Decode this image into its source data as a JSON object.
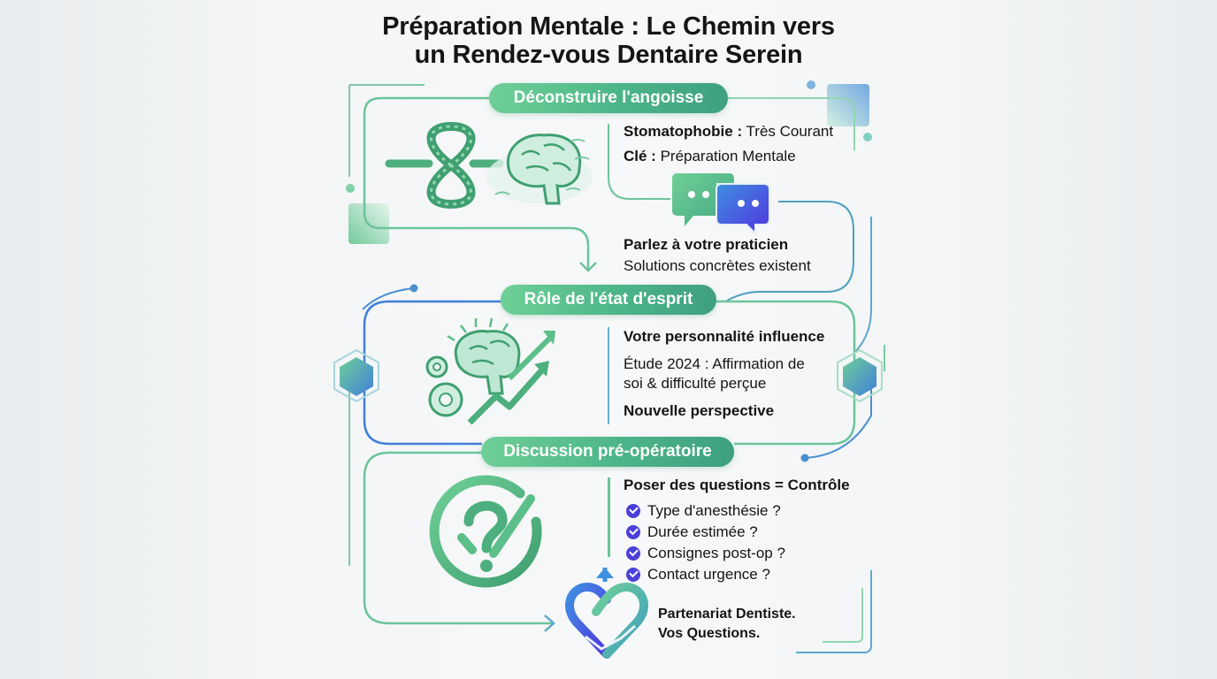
{
  "title": {
    "line1": "Préparation Mentale : Le Chemin vers",
    "line2": "un Rendez-vous Dentaire Serein"
  },
  "colors": {
    "green_start": "#6fcf97",
    "green_end": "#3f9f80",
    "blue": "#3f7fd9",
    "violet": "#4b3fd9",
    "connector_green": "#6cc49a",
    "connector_blue": "#4a8fd0"
  },
  "sections": [
    {
      "pill": "Déconstruire l'angoisse",
      "icon": "knot-brain-icon",
      "lines": [
        {
          "bold": "Stomatophobie :",
          "normal": " Très Courant"
        },
        {
          "bold": "Clé :",
          "normal": " Préparation Mentale"
        }
      ],
      "callout": {
        "icon": "chat-bubbles-icon",
        "heading": "Parlez à votre praticien",
        "text": "Solutions concrètes existent"
      }
    },
    {
      "pill": "Rôle de l'état d'esprit",
      "icon": "brain-gears-growth-icon",
      "heading": "Votre personnalité influence",
      "text_line1": "Étude 2024 : Affirmation de",
      "text_line2": "soi & difficulté perçue",
      "footer": "Nouvelle perspective"
    },
    {
      "pill": "Discussion pré-opératoire",
      "icon": "question-check-icon",
      "heading": "Poser des questions = Contrôle",
      "checklist": [
        "Type d'anesthésie ?",
        "Durée estimée ?",
        "Consignes post-op ?",
        "Contact urgence ?"
      ],
      "partner": {
        "icon": "heart-handshake-icon",
        "line1": "Partenariat Dentiste.",
        "line2": "Vos Questions."
      }
    }
  ]
}
